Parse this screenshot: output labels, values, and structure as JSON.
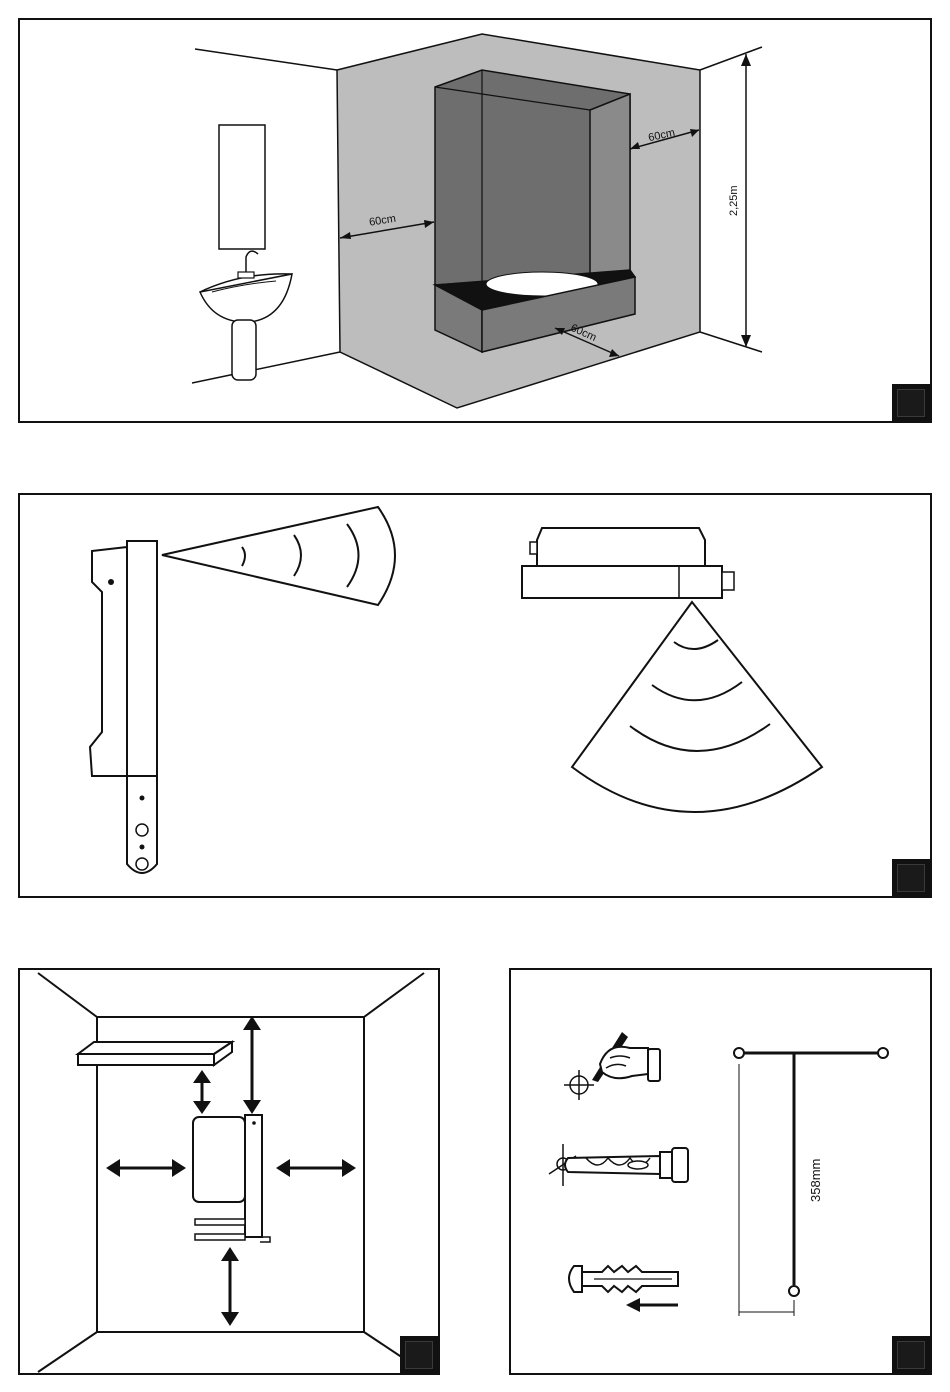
{
  "panel1": {
    "dim_left": "60cm",
    "dim_right": "60cm",
    "dim_front": "60cm",
    "dim_height": "2,25m"
  },
  "panel4": {
    "dim_vertical": "358mm"
  },
  "colors": {
    "zone_light": "#bdbdbd",
    "zone_dark": "#7a7a7a",
    "ink": "#111111"
  },
  "icons": {
    "marker": "square-marker",
    "sensor_wave": "wave-arc",
    "arrows": "double-arrow"
  }
}
